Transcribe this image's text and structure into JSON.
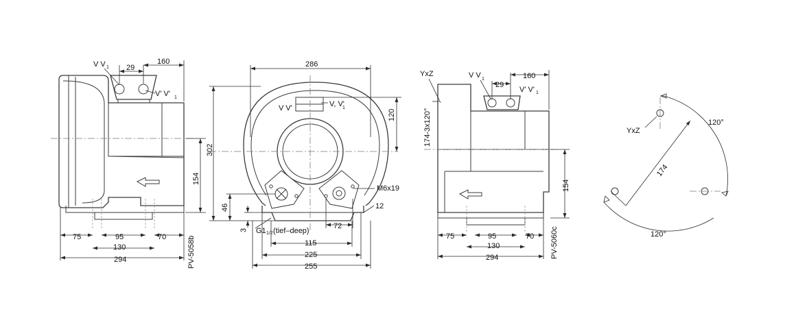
{
  "views": {
    "left": {
      "label_vv1": "V V",
      "label_vv1_sub": "1",
      "dim_29": "29",
      "dim_160": "160",
      "label_vv2": "V' V'",
      "label_vv2_sub": "1",
      "dim_154": "154",
      "dim_75": "75",
      "dim_95": "95",
      "dim_70": "70",
      "dim_130": "130",
      "dim_294": "294",
      "model": "PV-5058b"
    },
    "front": {
      "dim_286": "286",
      "dim_120": "120",
      "dim_302": "302",
      "label_vv": "V V'",
      "label_vv_r": "V, V'",
      "label_vv_r_sub": "1",
      "label_thread": "M6x19",
      "dim_12": "12",
      "dim_46": "46",
      "dim_3": "3",
      "label_g": "G1",
      "label_g_frac": "1/2",
      "label_g_rest": "(tief–deep)",
      "dim_72": "72",
      "dim_115": "115",
      "dim_225": "225",
      "dim_255": "255"
    },
    "right": {
      "label_yxz": "YxZ",
      "label_holes": "174-3x120°",
      "label_vv1": "V V",
      "label_vv1_sub": "1",
      "dim_160": "160",
      "dim_29": "29",
      "label_vv2": "V' V'",
      "label_vv2_sub": "1",
      "dim_154": "154",
      "dim_75": "75",
      "dim_95": "95",
      "dim_70": "70",
      "dim_130": "130",
      "dim_294": "294",
      "model": "PV-5060c"
    },
    "pattern": {
      "label_yxz": "YxZ",
      "label_120_top": "120°",
      "label_174": "174",
      "label_120_bottom": "120°"
    }
  }
}
